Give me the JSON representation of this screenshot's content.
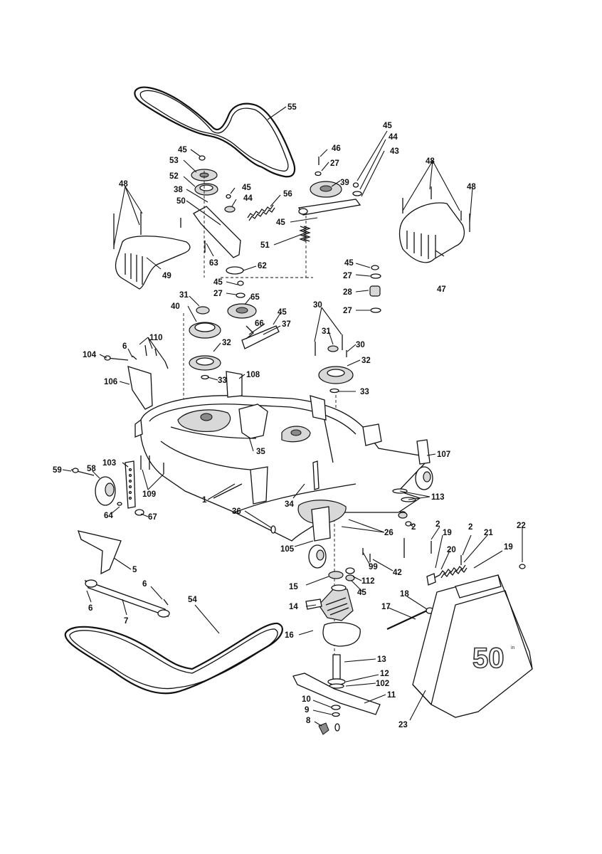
{
  "diagram": {
    "deck_badge": {
      "number": "50",
      "superscript": "in"
    },
    "callouts": [
      {
        "id": "c55",
        "text": "55"
      },
      {
        "id": "c46",
        "text": "46"
      },
      {
        "id": "c45a",
        "text": "45"
      },
      {
        "id": "c44a",
        "text": "44"
      },
      {
        "id": "c43",
        "text": "43"
      },
      {
        "id": "c27a",
        "text": "27"
      },
      {
        "id": "c39",
        "text": "39"
      },
      {
        "id": "c45b",
        "text": "45"
      },
      {
        "id": "c53",
        "text": "53"
      },
      {
        "id": "c52",
        "text": "52"
      },
      {
        "id": "c38",
        "text": "38"
      },
      {
        "id": "c45c",
        "text": "45"
      },
      {
        "id": "c44b",
        "text": "44"
      },
      {
        "id": "c56",
        "text": "56"
      },
      {
        "id": "c50",
        "text": "50"
      },
      {
        "id": "c45d",
        "text": "45"
      },
      {
        "id": "c48a",
        "text": "48"
      },
      {
        "id": "c48b",
        "text": "48"
      },
      {
        "id": "c48c",
        "text": "48"
      },
      {
        "id": "c51",
        "text": "51"
      },
      {
        "id": "c63",
        "text": "63"
      },
      {
        "id": "c62",
        "text": "62"
      },
      {
        "id": "c49",
        "text": "49"
      },
      {
        "id": "c47",
        "text": "47"
      },
      {
        "id": "c45e",
        "text": "45"
      },
      {
        "id": "c27b",
        "text": "27"
      },
      {
        "id": "c28",
        "text": "28"
      },
      {
        "id": "c27c",
        "text": "27"
      },
      {
        "id": "c45f",
        "text": "45"
      },
      {
        "id": "c27d",
        "text": "27"
      },
      {
        "id": "c65",
        "text": "65"
      },
      {
        "id": "c31a",
        "text": "31"
      },
      {
        "id": "c40",
        "text": "40"
      },
      {
        "id": "c45g",
        "text": "45"
      },
      {
        "id": "c66",
        "text": "66"
      },
      {
        "id": "c37",
        "text": "37"
      },
      {
        "id": "c30a",
        "text": "30"
      },
      {
        "id": "c31b",
        "text": "31"
      },
      {
        "id": "c30b",
        "text": "30"
      },
      {
        "id": "c32a",
        "text": "32"
      },
      {
        "id": "c110",
        "text": "110"
      },
      {
        "id": "c6a",
        "text": "6"
      },
      {
        "id": "c104",
        "text": "104"
      },
      {
        "id": "c32b",
        "text": "32"
      },
      {
        "id": "c33a",
        "text": "33"
      },
      {
        "id": "c106",
        "text": "106"
      },
      {
        "id": "c108",
        "text": "108"
      },
      {
        "id": "c33b",
        "text": "33"
      },
      {
        "id": "c35",
        "text": "35"
      },
      {
        "id": "c107",
        "text": "107"
      },
      {
        "id": "c103",
        "text": "103"
      },
      {
        "id": "c59",
        "text": "59"
      },
      {
        "id": "c58",
        "text": "58"
      },
      {
        "id": "c109",
        "text": "109"
      },
      {
        "id": "c1",
        "text": "1"
      },
      {
        "id": "c113",
        "text": "113"
      },
      {
        "id": "c34",
        "text": "34"
      },
      {
        "id": "c64",
        "text": "64"
      },
      {
        "id": "c67",
        "text": "67"
      },
      {
        "id": "c36",
        "text": "36"
      },
      {
        "id": "c2a",
        "text": "2"
      },
      {
        "id": "c26",
        "text": "26"
      },
      {
        "id": "c2b",
        "text": "2"
      },
      {
        "id": "c2c",
        "text": "2"
      },
      {
        "id": "c19a",
        "text": "19"
      },
      {
        "id": "c21",
        "text": "21"
      },
      {
        "id": "c22",
        "text": "22"
      },
      {
        "id": "c20",
        "text": "20"
      },
      {
        "id": "c19b",
        "text": "19"
      },
      {
        "id": "c105",
        "text": "105"
      },
      {
        "id": "c99",
        "text": "99"
      },
      {
        "id": "c42",
        "text": "42"
      },
      {
        "id": "c5",
        "text": "5"
      },
      {
        "id": "c112",
        "text": "112"
      },
      {
        "id": "c15",
        "text": "15"
      },
      {
        "id": "c45h",
        "text": "45"
      },
      {
        "id": "c6b",
        "text": "6"
      },
      {
        "id": "c6c",
        "text": "6"
      },
      {
        "id": "c7",
        "text": "7"
      },
      {
        "id": "c54",
        "text": "54"
      },
      {
        "id": "c14",
        "text": "14"
      },
      {
        "id": "c18",
        "text": "18"
      },
      {
        "id": "c17",
        "text": "17"
      },
      {
        "id": "c16",
        "text": "16"
      },
      {
        "id": "c13",
        "text": "13"
      },
      {
        "id": "c12",
        "text": "12"
      },
      {
        "id": "c102",
        "text": "102"
      },
      {
        "id": "c11",
        "text": "11"
      },
      {
        "id": "c10",
        "text": "10"
      },
      {
        "id": "c9",
        "text": "9"
      },
      {
        "id": "c8",
        "text": "8"
      },
      {
        "id": "c23",
        "text": "23"
      }
    ]
  }
}
